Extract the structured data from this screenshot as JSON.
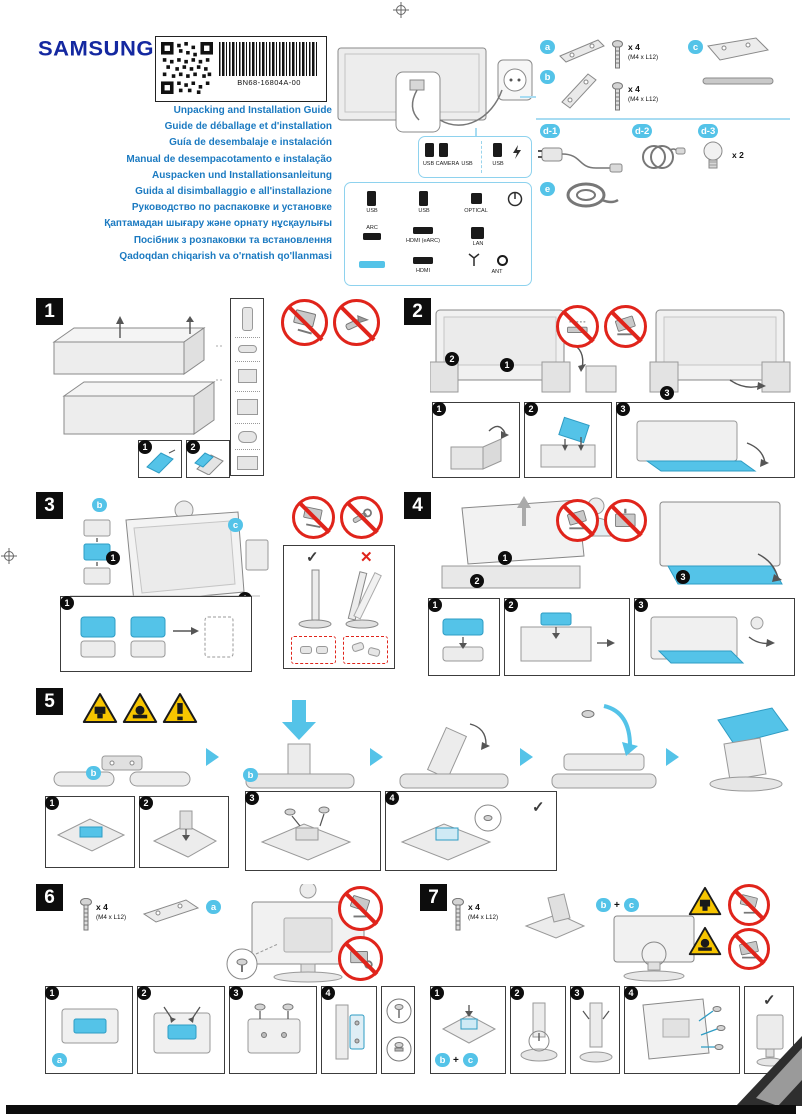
{
  "colors": {
    "accent_cyan": "#54c3e8",
    "title_blue": "#1b7ac1",
    "brand_navy": "#1428a0",
    "prohibition_red": "#e0241b",
    "warning_yellow": "#f7c500"
  },
  "header": {
    "brand": "SAMSUNG",
    "code": "BN68-16804A-00",
    "titles": [
      "Unpacking and Installation Guide",
      "Guide de déballage et d'installation",
      "Guía de desembalaje e instalación",
      "Manual de desempacotamento e instalação",
      "Auspacken und Installationsanleitung",
      "Guida al disimballaggio e all'installazione",
      "Руководство по распаковке и установке",
      "Қаптамадан шығару және орнату нұсқаулығы",
      "Посібник з розпаковки та встановлення",
      "Qadoqdan chiqarish va o'rnatish qo'llanmasi"
    ]
  },
  "accessories": {
    "a": {
      "label": "a",
      "qty": "x 4",
      "spec": "(M4 x L12)"
    },
    "b": {
      "label": "b",
      "qty": "x 4",
      "spec": "(M4 x L12)"
    },
    "c": {
      "label": "c"
    },
    "d1": {
      "label": "d-1"
    },
    "d2": {
      "label": "d-2"
    },
    "d3": {
      "label": "d-3",
      "qty": "x 2"
    },
    "e": {
      "label": "e"
    }
  },
  "ports": {
    "usb_camera": "USB CAMERA",
    "usb_cam2": "USB",
    "usb_power": "USB",
    "usb": "USB",
    "usb_data": "USB",
    "optical": "OPTICAL",
    "arc": "ARC",
    "hdmi_earc": "HDMI (eARC)",
    "lan": "LAN",
    "hdmi": "HDMI",
    "ant": "ANT"
  },
  "steps": {
    "n1": "1",
    "n2": "2",
    "n3": "3",
    "n4": "4",
    "n5": "5",
    "n6": "6",
    "n7": "7"
  },
  "substeps": {
    "n1": "1",
    "n2": "2",
    "n3": "3",
    "n4": "4"
  },
  "step6": {
    "qty": "x 4",
    "spec": "(M4 x L12)"
  },
  "step7": {
    "qty": "x 4",
    "spec": "(M4 x L12)",
    "plus": "+"
  },
  "marks": {
    "ok": "✓",
    "bad": "✕"
  }
}
